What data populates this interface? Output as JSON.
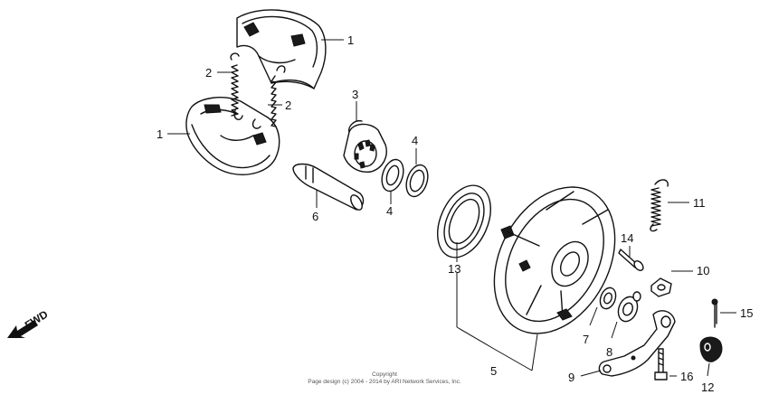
{
  "callouts": {
    "c1a": "1",
    "c1b": "1",
    "c2a": "2",
    "c2b": "2",
    "c3": "3",
    "c4a": "4",
    "c4b": "4",
    "c5": "5",
    "c6": "6",
    "c7": "7",
    "c8": "8",
    "c9": "9",
    "c10": "10",
    "c11": "11",
    "c12": "12",
    "c13": "13",
    "c14": "14",
    "c15": "15",
    "c16": "16"
  },
  "fwd_label": "FWD",
  "copyright": {
    "line1": "Copyright",
    "line2": "Page design (c) 2004 - 2014 by ARI Network Services, Inc."
  }
}
